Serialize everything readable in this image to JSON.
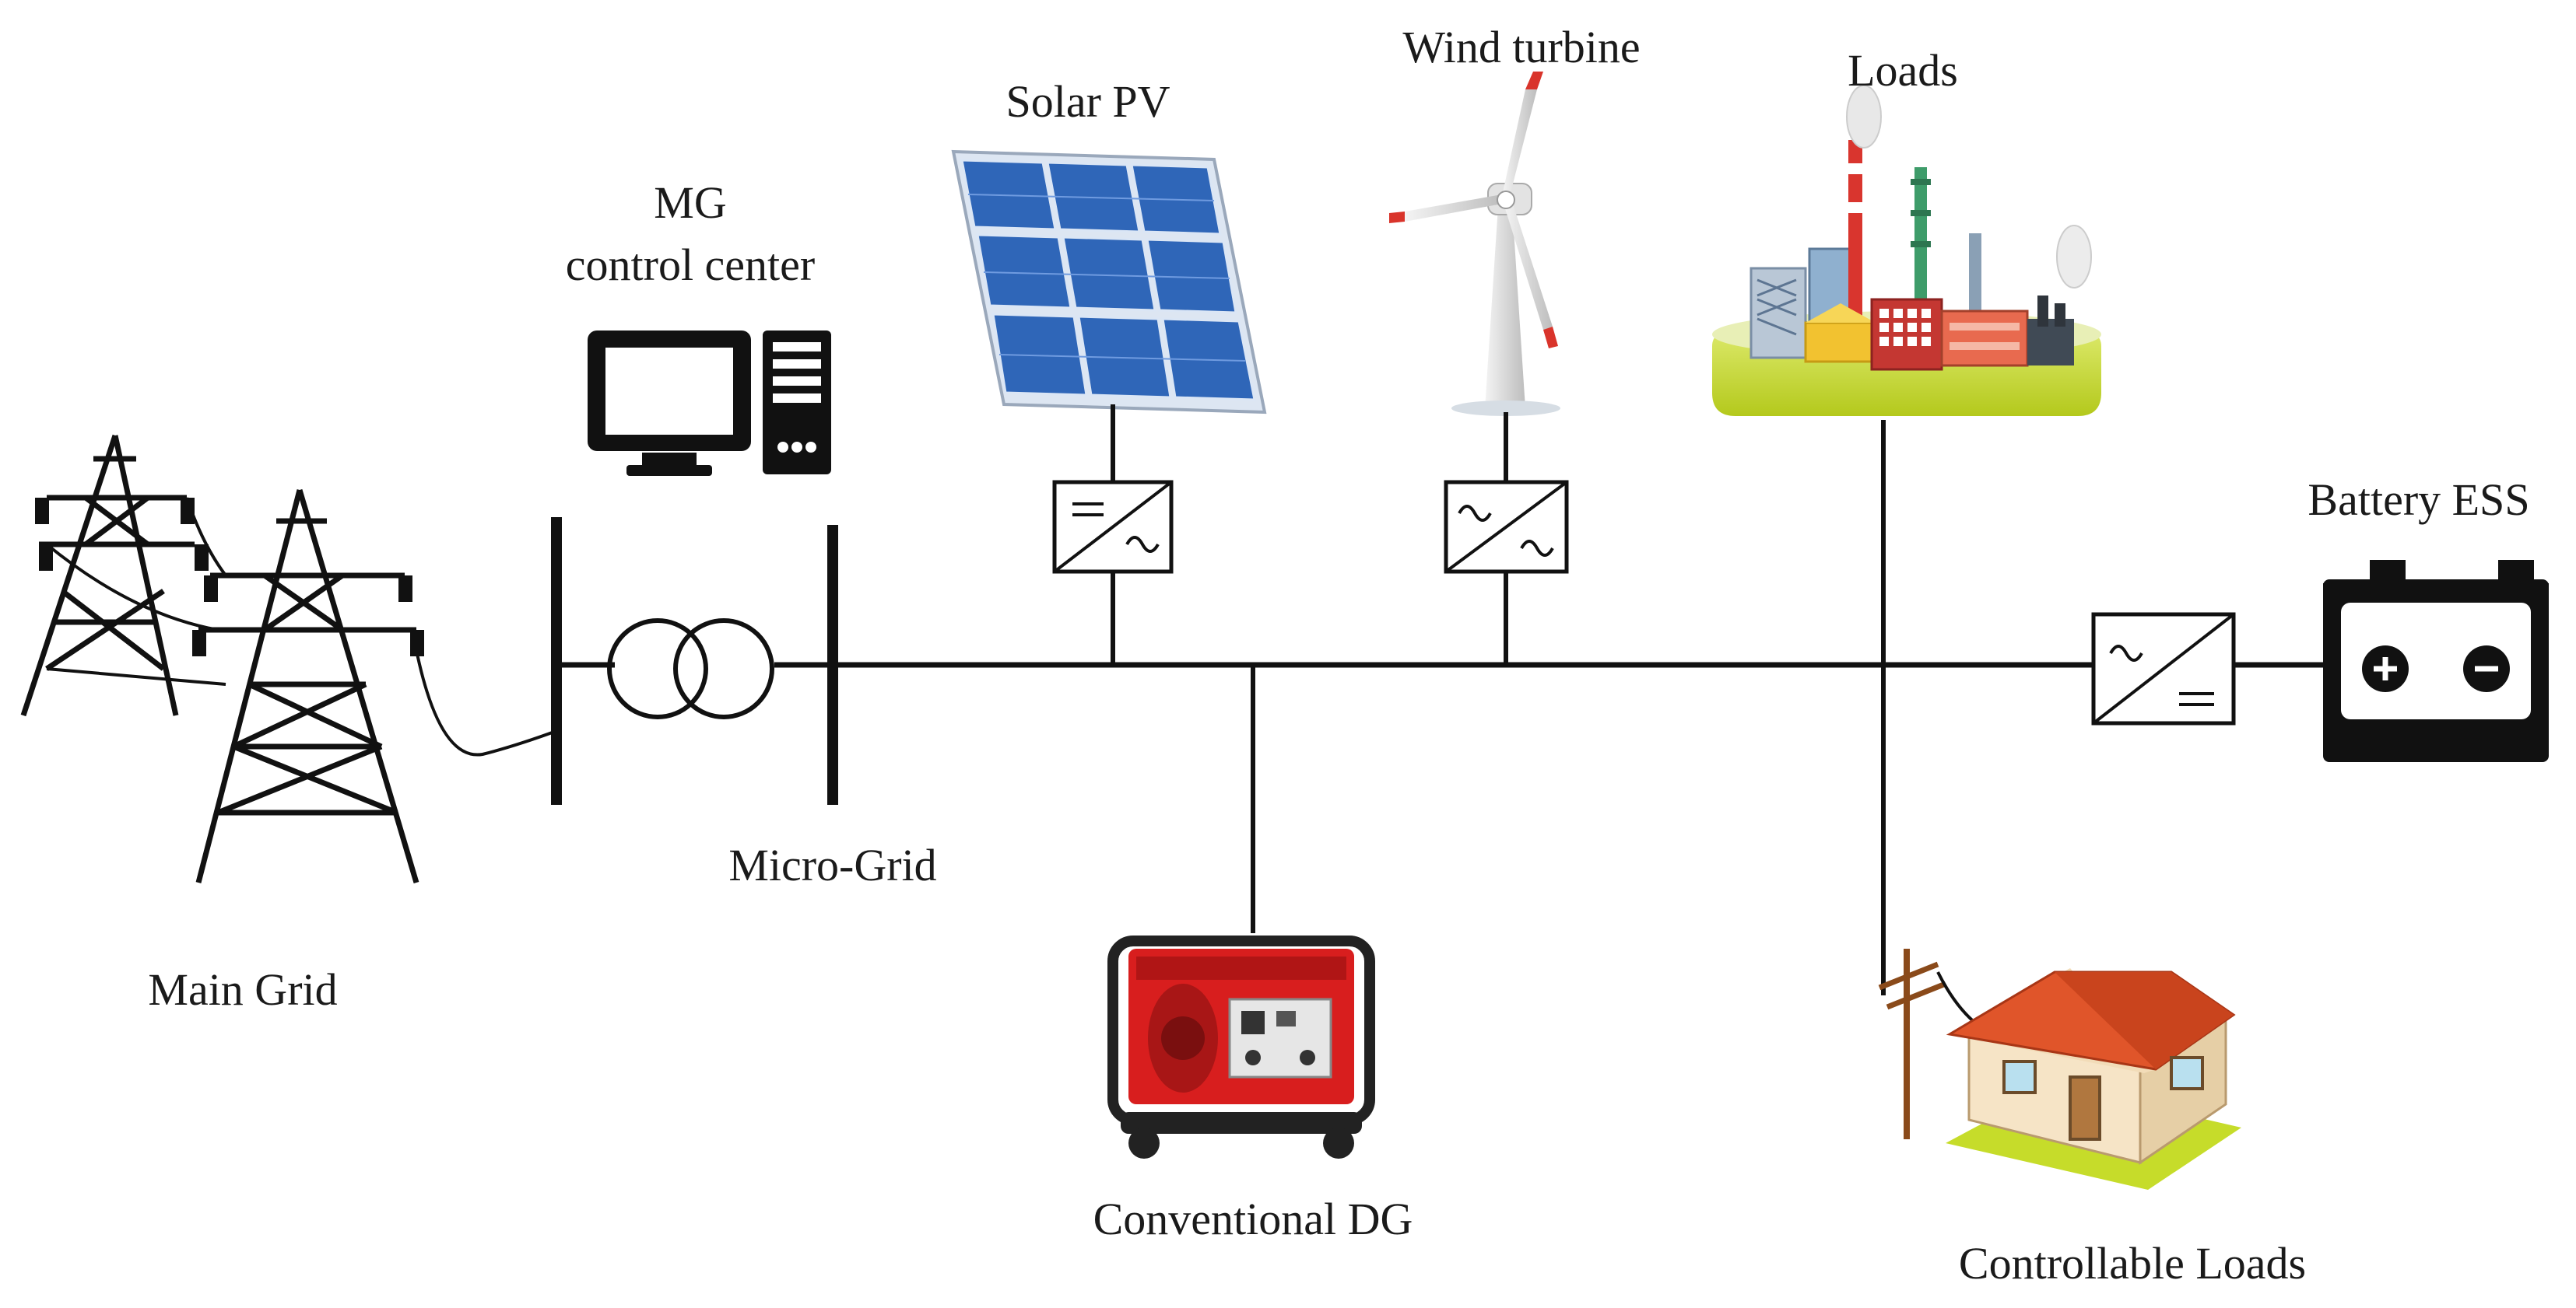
{
  "labels": {
    "mg_control_line1": "MG",
    "mg_control_line2": "control center",
    "solar_pv": "Solar PV",
    "wind_turbine": "Wind turbine",
    "loads": "Loads",
    "battery_ess": "Battery ESS",
    "micro_grid": "Micro-Grid",
    "main_grid": "Main Grid",
    "conventional_dg": "Conventional DG",
    "controllable_loads": "Controllable Loads"
  },
  "icons": {
    "main_grid": "transmission-tower-icon",
    "transformer": "transformer-icon",
    "control_center": "computer-icon",
    "solar": "solar-panel-icon",
    "wind": "wind-turbine-icon",
    "loads": "factory-icon",
    "generator": "generator-icon",
    "house": "house-icon",
    "battery": "battery-icon",
    "dc_ac": "dc-ac-converter-icon",
    "ac_ac": "ac-ac-converter-icon",
    "ac_dc": "ac-dc-converter-icon"
  },
  "colors": {
    "line": "#111111",
    "solar_cell": "#2f66b8",
    "generator_red": "#d81e1e",
    "roof": "#e0552a",
    "lawn": "#c6dc2a",
    "pole": "#8a4a1a"
  }
}
